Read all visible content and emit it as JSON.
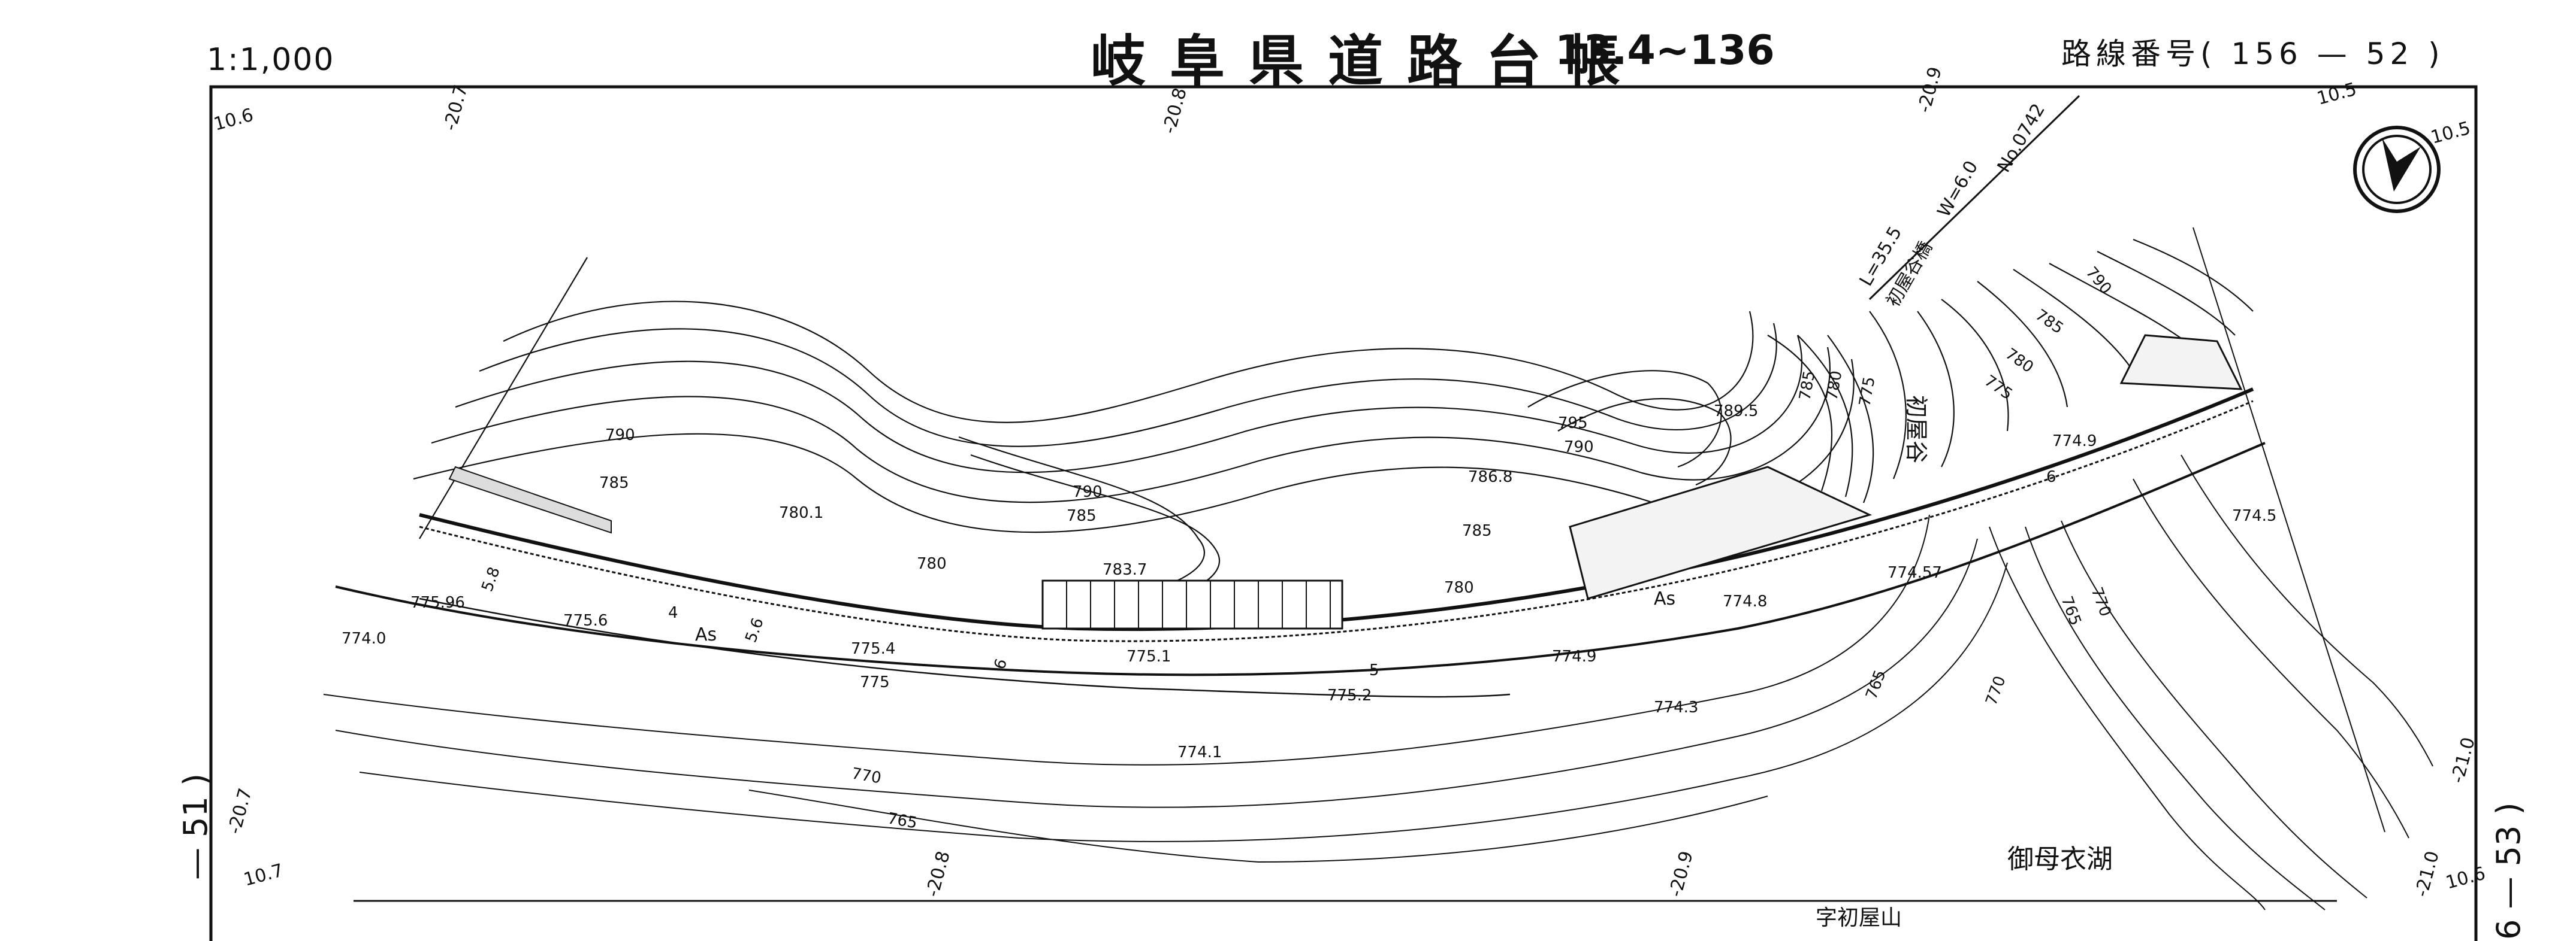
{
  "header": {
    "scale": "1:1,000",
    "title": "岐阜県道路台帳",
    "title_suffix": "13.4~136",
    "route_label": "路線番号( 156 — 52 )"
  },
  "side": {
    "left_page": "— 51 )",
    "right_page": "6 — 53 )"
  },
  "map": {
    "grid_ticks": [
      "-20.7",
      "-20.8",
      "-20.9",
      "-21.0",
      "-20.7",
      "-20.8",
      "-20.9",
      "-21.0"
    ],
    "corner_ticks": [
      "10.6",
      "10.5",
      "10.5",
      "10.7",
      "10.6"
    ],
    "contours": [
      "790",
      "785",
      "780",
      "790",
      "785",
      "780",
      "795",
      "790",
      "785",
      "785",
      "780",
      "775",
      "790",
      "785",
      "780",
      "775",
      "770",
      "765",
      "775",
      "770",
      "765",
      "765",
      "770"
    ],
    "spot_heights": [
      "780.1",
      "783.7",
      "786.8",
      "789.5",
      "775.96",
      "775.6",
      "774.0",
      "775.4",
      "775.1",
      "775.2",
      "774.1",
      "774.9",
      "774.8",
      "774.57",
      "774.9",
      "774.5",
      "774.3"
    ],
    "road_marks": [
      "As",
      "As",
      "4",
      "5",
      "6",
      "5.8",
      "5.6",
      "6"
    ],
    "bridge": {
      "length": "L=35.5",
      "width": "W=6.0",
      "number": "No.0742",
      "name": "初屋谷橋"
    },
    "place_names": [
      "御母衣湖",
      "字初屋山",
      "初屋谷"
    ]
  },
  "colors": {
    "ink": "#111111",
    "paper": "#ffffff"
  }
}
